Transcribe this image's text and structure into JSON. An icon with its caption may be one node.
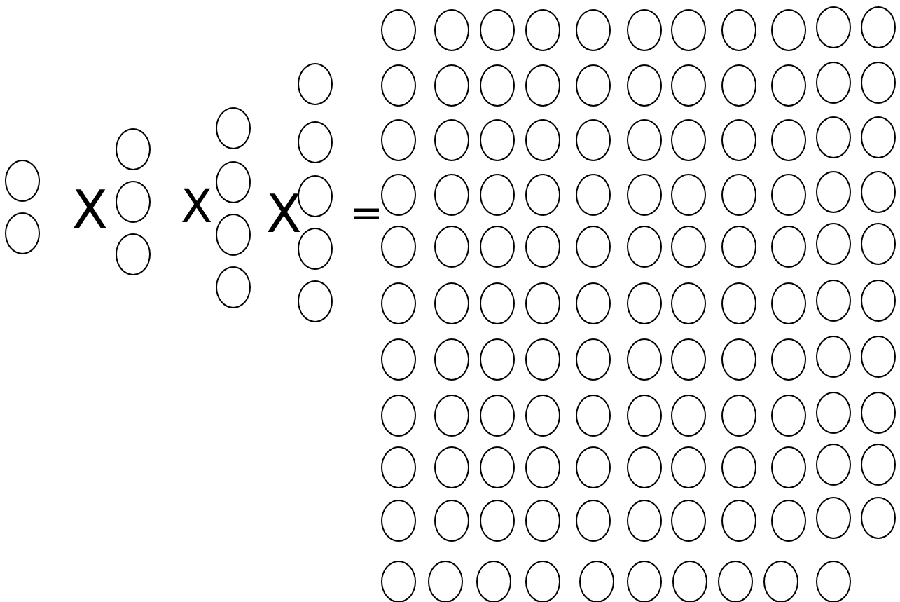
{
  "diagram": {
    "nodes": [
      {
        "text": [],
        "shape": "circle"
      },
      {
        "text": [],
        "shape": "circle"
      },
      {
        "text": [],
        "shape": "circle"
      },
      {
        "text": [],
        "shape": "circle"
      },
      {
        "text": [],
        "shape": "circle"
      },
      {
        "text": [],
        "shape": "circle"
      },
      {
        "text": [],
        "shape": "circle"
      },
      {
        "text": [],
        "shape": "circle"
      },
      {
        "text": [],
        "shape": "circle"
      },
      {
        "text": [],
        "shape": "circle"
      },
      {
        "text": [],
        "shape": "circle"
      },
      {
        "text": [],
        "shape": "circle"
      },
      {
        "text": [],
        "shape": "circle"
      },
      {
        "text": [],
        "shape": "circle"
      },
      {
        "text": [],
        "shape": "circle"
      },
      {
        "text": [],
        "shape": "circle"
      },
      {
        "text": [],
        "shape": "circle"
      },
      {
        "text": [],
        "shape": "circle"
      },
      {
        "text": [],
        "shape": "circle"
      },
      {
        "text": [],
        "shape": "circle"
      },
      {
        "text": [],
        "shape": "circle"
      },
      {
        "text": [],
        "shape": "circle"
      },
      {
        "text": [],
        "shape": "circle"
      },
      {
        "text": [],
        "shape": "circle"
      },
      {
        "text": [],
        "shape": "circle"
      },
      {
        "text": [],
        "shape": "circle"
      },
      {
        "text": [],
        "shape": "circle"
      },
      {
        "text": [],
        "shape": "circle"
      },
      {
        "text": [],
        "shape": "circle"
      },
      {
        "text": [],
        "shape": "circle"
      },
      {
        "text": [],
        "shape": "circle"
      },
      {
        "text": [],
        "shape": "circle"
      },
      {
        "text": [],
        "shape": "circle"
      },
      {
        "text": [],
        "shape": "circle"
      },
      {
        "text": [],
        "shape": "circle"
      },
      {
        "text": [],
        "shape": "circle"
      },
      {
        "text": [],
        "shape": "circle"
      },
      {
        "text": [],
        "shape": "circle"
      },
      {
        "text": [],
        "shape": "circle"
      },
      {
        "text": [],
        "shape": "circle"
      },
      {
        "text": [],
        "shape": "circle"
      },
      {
        "text": [],
        "shape": "circle"
      },
      {
        "text": [],
        "shape": "circle"
      },
      {
        "text": [],
        "shape": "circle"
      },
      {
        "text": [],
        "shape": "circle"
      },
      {
        "text": [],
        "shape": "circle"
      },
      {
        "text": [],
        "shape": "circle"
      },
      {
        "text": [],
        "shape": "circle"
      },
      {
        "text": [],
        "shape": "circle"
      },
      {
        "text": [],
        "shape": "circle"
      },
      {
        "text": [],
        "shape": "circle"
      },
      {
        "text": [],
        "shape": "circle"
      },
      {
        "text": [],
        "shape": "circle"
      },
      {
        "text": [],
        "shape": "circle"
      },
      {
        "text": [],
        "shape": "circle"
      },
      {
        "text": [],
        "shape": "circle"
      },
      {
        "text": [],
        "shape": "circle"
      },
      {
        "text": [],
        "shape": "circle"
      },
      {
        "text": [],
        "shape": "circle"
      },
      {
        "text": [],
        "shape": "circle"
      },
      {
        "text": [],
        "shape": "circle"
      },
      {
        "text": [],
        "shape": "circle"
      },
      {
        "text": [],
        "shape": "circle"
      },
      {
        "text": [],
        "shape": "circle"
      },
      {
        "text": [],
        "shape": "circle"
      },
      {
        "text": [],
        "shape": "circle"
      },
      {
        "text": [],
        "shape": "circle"
      },
      {
        "text": [],
        "shape": "circle"
      },
      {
        "text": [],
        "shape": "circle"
      },
      {
        "text": [],
        "shape": "circle"
      },
      {
        "text": [],
        "shape": "circle"
      },
      {
        "text": [],
        "shape": "circle"
      },
      {
        "text": [],
        "shape": "circle"
      },
      {
        "text": [],
        "shape": "circle"
      },
      {
        "text": [],
        "shape": "circle"
      },
      {
        "text": [],
        "shape": "circle"
      },
      {
        "text": [],
        "shape": "circle"
      },
      {
        "text": [],
        "shape": "circle"
      },
      {
        "text": [],
        "shape": "circle"
      },
      {
        "text": [],
        "shape": "circle"
      },
      {
        "text": [],
        "shape": "circle"
      },
      {
        "text": [],
        "shape": "circle"
      },
      {
        "text": [],
        "shape": "circle"
      },
      {
        "text": [],
        "shape": "circle"
      },
      {
        "text": [],
        "shape": "circle"
      },
      {
        "text": [],
        "shape": "circle"
      },
      {
        "text": [],
        "shape": "circle"
      },
      {
        "text": [],
        "shape": "circle"
      },
      {
        "text": [],
        "shape": "circle"
      },
      {
        "text": [],
        "shape": "circle"
      },
      {
        "text": [],
        "shape": "circle"
      },
      {
        "text": [],
        "shape": "circle"
      },
      {
        "text": [],
        "shape": "circle"
      },
      {
        "text": [],
        "shape": "circle"
      },
      {
        "text": [],
        "shape": "circle"
      },
      {
        "text": [],
        "shape": "circle"
      },
      {
        "text": [],
        "shape": "circle"
      },
      {
        "text": [],
        "shape": "circle"
      },
      {
        "text": [],
        "shape": "circle"
      },
      {
        "text": [],
        "shape": "circle"
      },
      {
        "text": [],
        "shape": "circle"
      },
      {
        "text": [],
        "shape": "circle"
      },
      {
        "text": [],
        "shape": "circle"
      },
      {
        "text": [],
        "shape": "circle"
      },
      {
        "text": [],
        "shape": "circle"
      },
      {
        "text": [],
        "shape": "circle"
      },
      {
        "text": [],
        "shape": "circle"
      },
      {
        "text": [],
        "shape": "circle"
      },
      {
        "text": [],
        "shape": "circle"
      },
      {
        "text": [],
        "shape": "circle"
      },
      {
        "text": [],
        "shape": "circle"
      },
      {
        "text": [],
        "shape": "circle"
      },
      {
        "text": [],
        "shape": "circle"
      },
      {
        "text": [],
        "shape": "circle"
      },
      {
        "text": [],
        "shape": "circle"
      },
      {
        "text": [],
        "shape": "circle"
      },
      {
        "text": [],
        "shape": "circle"
      },
      {
        "text": [],
        "shape": "circle"
      },
      {
        "text": [],
        "shape": "circle"
      },
      {
        "text": [],
        "shape": "circle"
      },
      {
        "text": [],
        "shape": "circle"
      },
      {
        "text": [],
        "shape": "circle"
      },
      {
        "text": [],
        "shape": "circle"
      },
      {
        "text": [],
        "shape": "circle"
      },
      {
        "text": [],
        "shape": "circle"
      },
      {
        "text": [],
        "shape": "circle"
      },
      {
        "text": [],
        "shape": "circle"
      },
      {
        "text": [],
        "shape": "circle"
      },
      {
        "text": [],
        "shape": "circle"
      },
      {
        "text": [],
        "shape": "circle"
      },
      {
        "text": [],
        "shape": "circle"
      },
      {
        "text": [],
        "shape": "circle"
      },
      {
        "text": [],
        "shape": "circle"
      },
      {
        "text": [],
        "shape": "circle"
      }
    ],
    "labels": [
      "X",
      "X",
      "X",
      "="
    ]
  }
}
